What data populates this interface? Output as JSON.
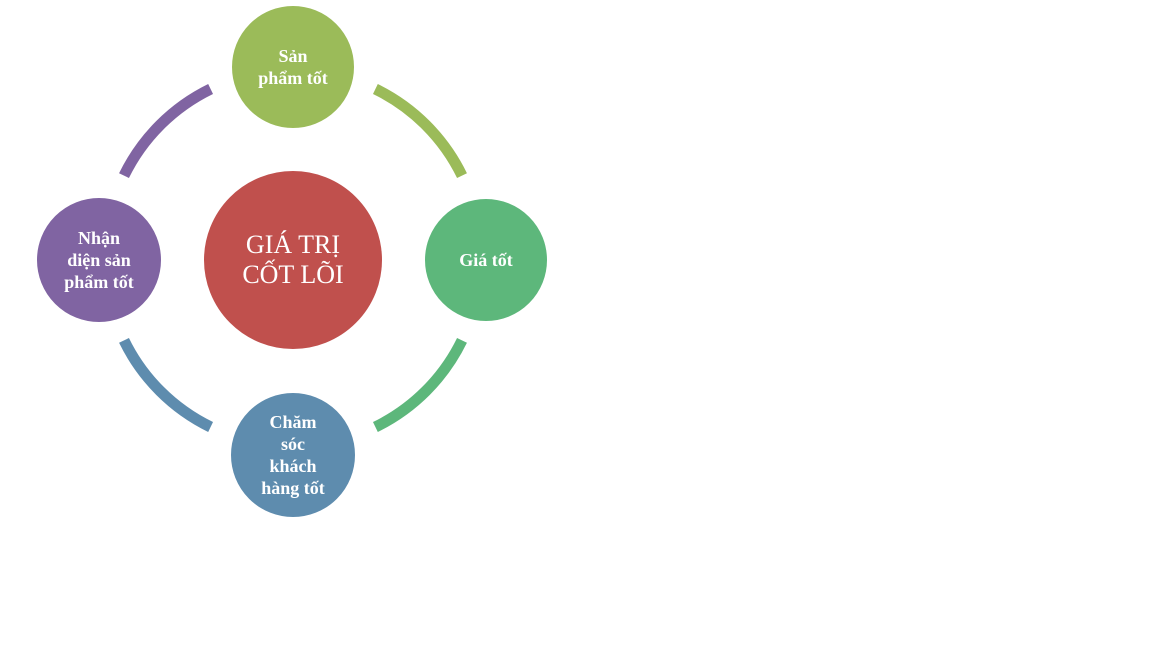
{
  "diagram": {
    "center": {
      "label": "GIÁ TRỊ\nCỐT LÕI",
      "color": "#C0504D"
    },
    "nodes": [
      {
        "id": "top",
        "label": "Sản\nphẩm tốt",
        "color": "#9BBB59"
      },
      {
        "id": "right",
        "label": "Giá tốt",
        "color": "#5DB77B"
      },
      {
        "id": "bottom",
        "label": "Chăm\nsóc\nkhách\nhàng tốt",
        "color": "#5E8CAE"
      },
      {
        "id": "left",
        "label": "Nhận\ndiện sản\nphẩm tốt",
        "color": "#8064A2"
      }
    ],
    "arcs": [
      {
        "from": "top",
        "to": "right",
        "color": "#9BBB59"
      },
      {
        "from": "right",
        "to": "bottom",
        "color": "#5DB77B"
      },
      {
        "from": "bottom",
        "to": "left",
        "color": "#5E8CAE"
      },
      {
        "from": "left",
        "to": "top",
        "color": "#8064A2"
      }
    ]
  }
}
